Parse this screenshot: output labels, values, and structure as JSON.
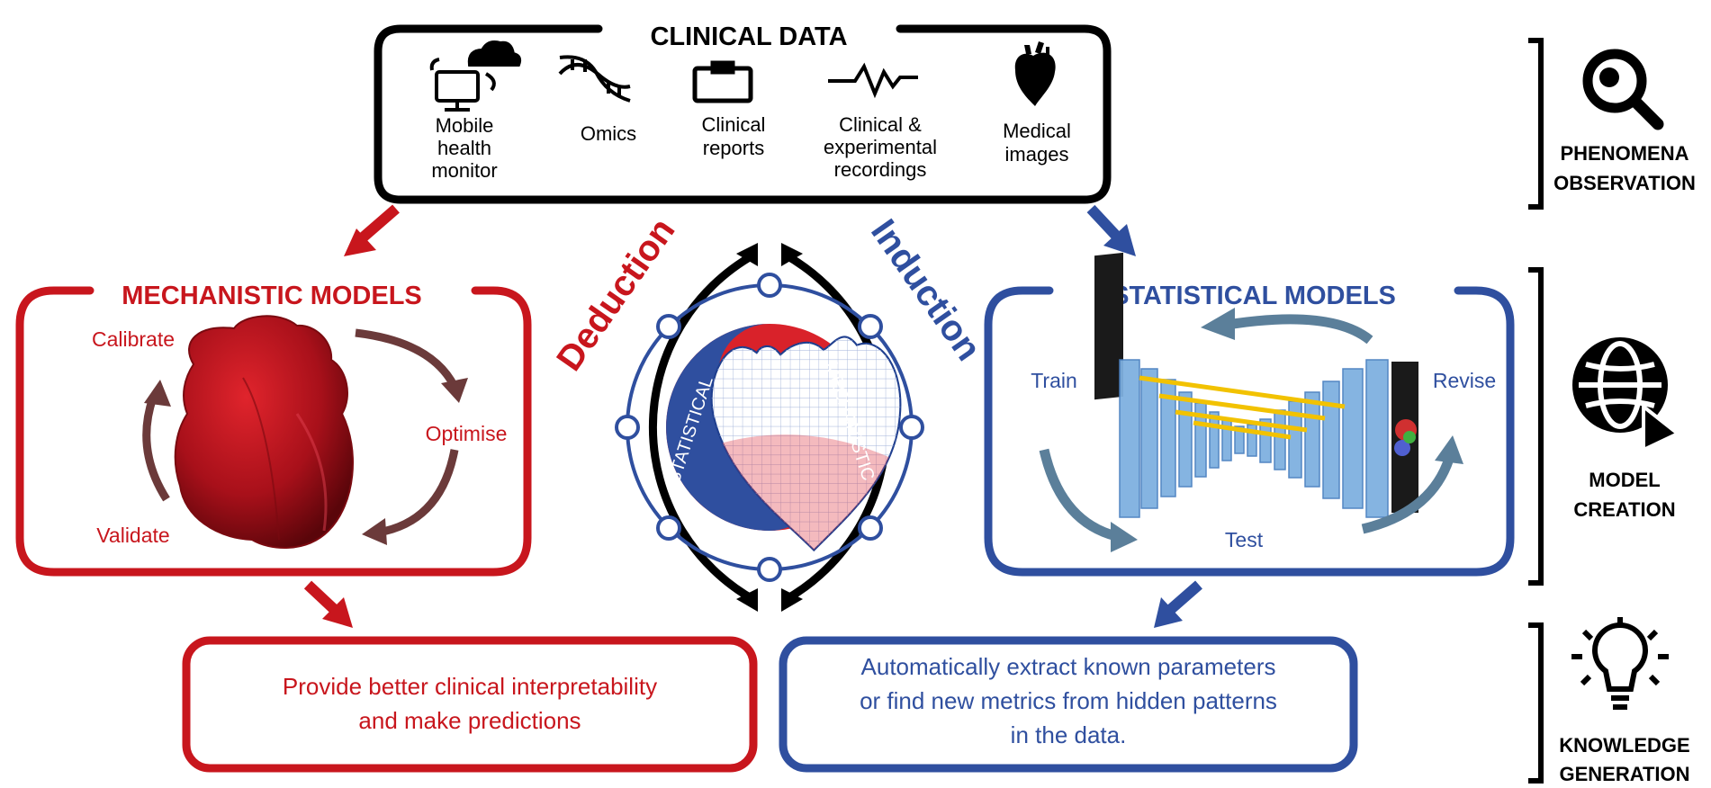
{
  "clinical_data": {
    "title": "CLINICAL DATA",
    "items": [
      {
        "icon": "mobile-health-monitor-icon",
        "lines": [
          "Mobile",
          "health",
          "monitor"
        ]
      },
      {
        "icon": "dna-icon",
        "lines": [
          "Omics"
        ]
      },
      {
        "icon": "clipboard-icon",
        "lines": [
          "Clinical",
          "reports"
        ]
      },
      {
        "icon": "waveform-icon",
        "lines": [
          "Clinical &",
          "experimental",
          "recordings"
        ]
      },
      {
        "icon": "heart-icon",
        "lines": [
          "Medical",
          "images"
        ]
      }
    ]
  },
  "mechanistic": {
    "title": "MECHANISTIC MODELS",
    "calibrate": "Calibrate",
    "optimise": "Optimise",
    "validate": "Validate",
    "outcome_lines": [
      "Provide better clinical interpretability",
      "and make predictions"
    ]
  },
  "statistical": {
    "title": "STATISTICAL MODELS",
    "train": "Train",
    "revise": "Revise",
    "test": "Test",
    "outcome_lines": [
      "Automatically extract known parameters",
      "or find new metrics from hidden patterns",
      "in the data."
    ]
  },
  "center": {
    "deduction": "Deduction",
    "induction": "Induction",
    "statistical": "STATISTICAL",
    "mechanistic": "MECHANISTIC"
  },
  "stages": [
    {
      "icon": "magnifier-icon",
      "lines": [
        "PHENOMENA",
        "OBSERVATION"
      ]
    },
    {
      "icon": "globe-icon",
      "lines": [
        "MODEL",
        "CREATION"
      ]
    },
    {
      "icon": "lightbulb-icon",
      "lines": [
        "KNOWLEDGE",
        "GENERATION"
      ]
    }
  ],
  "colors": {
    "red": "#c8161d",
    "blue": "#2f4f9f",
    "black": "#000000",
    "dark_brown": "#6b3a3a",
    "steel_blue": "#5b7f9a"
  }
}
